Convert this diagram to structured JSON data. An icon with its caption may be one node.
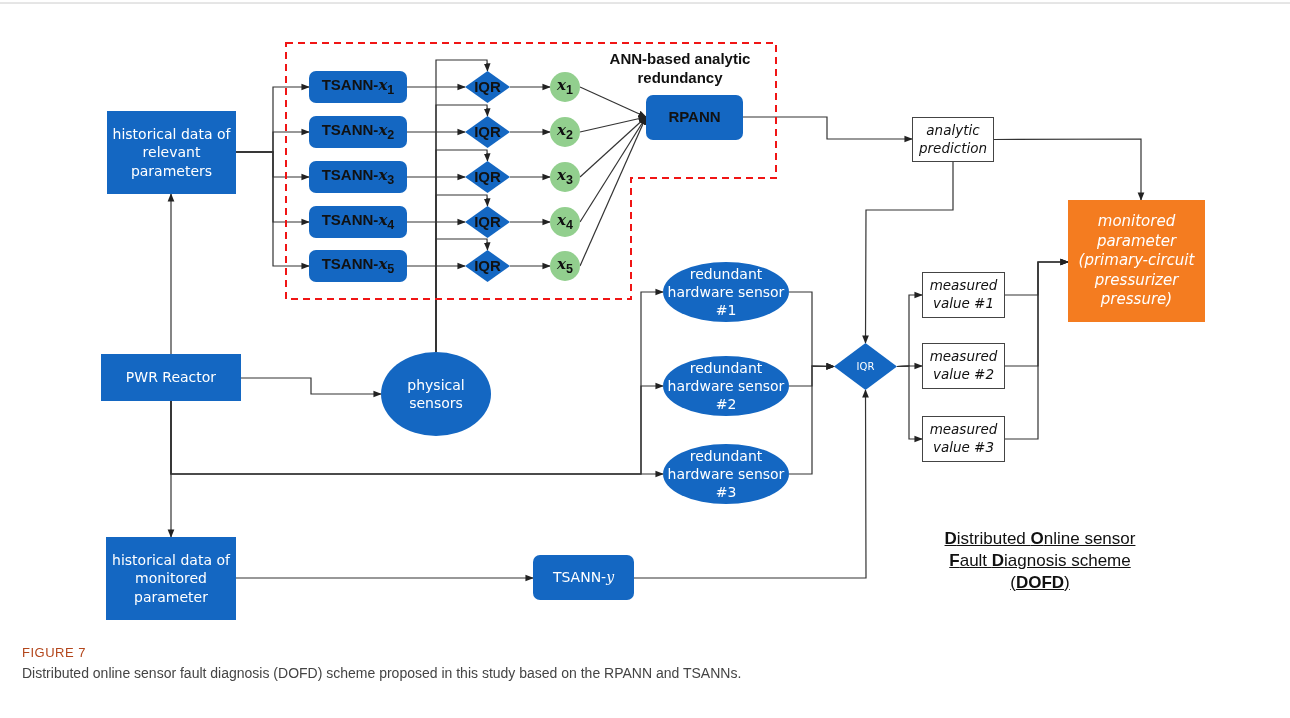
{
  "diagram": {
    "title": "FIGURE 7",
    "caption": "Distributed online sensor fault diagnosis (DOFD) scheme proposed in this study based on the RPANN and TSANNs.",
    "nodes": [
      {
        "text": [
          "historical data of relevant parameters"
        ]
      },
      {
        "text": [
          "ANN-based analytic redundancy"
        ]
      },
      {
        "text": [
          "TSANN-*x*$_{1}$"
        ],
        "in": 1
      },
      {
        "text": [
          "TSANN-*x*$_{2}$"
        ],
        "in": 1
      },
      {
        "text": [
          "TSANN-*x*$_{3}$"
        ],
        "in": 1
      },
      {
        "text": [
          "TSANN-*x*$_{4}$"
        ],
        "in": 1
      },
      {
        "text": [
          "TSANN-*x*$_{5}$"
        ],
        "in": 1
      },
      {
        "text": [
          "IQR"
        ],
        "in": 1
      },
      {
        "text": [
          "IQR"
        ],
        "in": 1
      },
      {
        "text": [
          "IQR"
        ],
        "in": 1
      },
      {
        "text": [
          "IQR"
        ],
        "in": 1
      },
      {
        "text": [
          "IQR"
        ],
        "in": 1
      },
      {
        "text": [
          "*x*$_{1}$"
        ],
        "in": 1
      },
      {
        "text": [
          "*x*$_{2}$"
        ],
        "in": 1
      },
      {
        "text": [
          "*x*$_{3}$"
        ],
        "in": 1
      },
      {
        "text": [
          "*x*$_{4}$"
        ],
        "in": 1
      },
      {
        "text": [
          "*x*$_{5}$"
        ],
        "in": 1
      },
      {
        "text": [
          "RPANN"
        ],
        "in": 1
      },
      {
        "text": [
          "analytic prediction"
        ]
      },
      {
        "text": [
          "monitored parameter (primary-circuit pressurizer pressure)"
        ]
      },
      {
        "text": [
          "PWR Reactor"
        ]
      },
      {
        "text": [
          "physical sensors"
        ]
      },
      {
        "text": [
          "redundant hardware sensor #1"
        ]
      },
      {
        "text": [
          "redundant hardware sensor #2"
        ]
      },
      {
        "text": [
          "redundant hardware sensor #3"
        ]
      },
      {
        "text": [
          "IQR"
        ]
      },
      {
        "text": [
          "measured value #1"
        ]
      },
      {
        "text": [
          "measured value #2"
        ]
      },
      {
        "text": [
          "measured value #3"
        ]
      },
      {
        "text": [
          "historical data of monitored parameter"
        ]
      },
      {
        "text": [
          "TSANN-*y*"
        ]
      }
    ],
    "edges": [
      {
        "from": 20,
        "to": 0,
        "arrow": "to"
      },
      {
        "from": 0,
        "to": 2,
        "arrow": "to"
      },
      {
        "from": 0,
        "to": 3,
        "arrow": "to"
      },
      {
        "from": 0,
        "to": 4,
        "arrow": "to"
      },
      {
        "from": 0,
        "to": 5,
        "arrow": "to"
      },
      {
        "from": 0,
        "to": 6,
        "arrow": "to"
      },
      {
        "from": 2,
        "to": 7,
        "arrow": "to"
      },
      {
        "from": 3,
        "to": 8,
        "arrow": "to"
      },
      {
        "from": 4,
        "to": 9,
        "arrow": "to"
      },
      {
        "from": 5,
        "to": 10,
        "arrow": "to"
      },
      {
        "from": 6,
        "to": 11,
        "arrow": "to"
      },
      {
        "from": 21,
        "to": 7,
        "arrow": "to"
      },
      {
        "from": 21,
        "to": 8,
        "arrow": "to"
      },
      {
        "from": 21,
        "to": 9,
        "arrow": "to"
      },
      {
        "from": 21,
        "to": 10,
        "arrow": "to"
      },
      {
        "from": 21,
        "to": 11,
        "arrow": "to"
      },
      {
        "from": 7,
        "to": 12,
        "arrow": "to"
      },
      {
        "from": 8,
        "to": 13,
        "arrow": "to"
      },
      {
        "from": 9,
        "to": 14,
        "arrow": "to"
      },
      {
        "from": 10,
        "to": 15,
        "arrow": "to"
      },
      {
        "from": 11,
        "to": 16,
        "arrow": "to"
      },
      {
        "from": 12,
        "to": 17,
        "arrow": "to"
      },
      {
        "from": 13,
        "to": 17,
        "arrow": "to"
      },
      {
        "from": 14,
        "to": 17,
        "arrow": "to"
      },
      {
        "from": 15,
        "to": 17,
        "arrow": "to"
      },
      {
        "from": 16,
        "to": 17,
        "arrow": "to"
      },
      {
        "from": 17,
        "to": 18,
        "arrow": "to"
      },
      {
        "from": 18,
        "to": 19,
        "arrow": "to"
      },
      {
        "from": 18,
        "to": 25,
        "arrow": "to"
      },
      {
        "from": 20,
        "to": 21,
        "arrow": "to"
      },
      {
        "from": 20,
        "to": 22,
        "arrow": "to"
      },
      {
        "from": 20,
        "to": 23,
        "arrow": "to"
      },
      {
        "from": 20,
        "to": 24,
        "arrow": "to"
      },
      {
        "from": 20,
        "to": 29,
        "arrow": "to"
      },
      {
        "from": 22,
        "to": 25,
        "arrow": "to"
      },
      {
        "from": 23,
        "to": 25,
        "arrow": "to"
      },
      {
        "from": 24,
        "to": 25,
        "arrow": "to"
      },
      {
        "from": 29,
        "to": 30,
        "arrow": "to"
      },
      {
        "from": 30,
        "to": 25,
        "arrow": "to"
      },
      {
        "from": 25,
        "to": 26,
        "arrow": "to"
      },
      {
        "from": 25,
        "to": 27,
        "arrow": "to"
      },
      {
        "from": 25,
        "to": 28,
        "arrow": "to"
      },
      {
        "from": 26,
        "to": 19,
        "arrow": "to"
      },
      {
        "from": 27,
        "to": 19,
        "arrow": "to"
      },
      {
        "from": 28,
        "to": 19,
        "arrow": "to"
      }
    ],
    "labels": [
      "**D**istributed **O**nline sensor **F**ault **D**iagnosis scheme (**DOFD**)"
    ]
  }
}
